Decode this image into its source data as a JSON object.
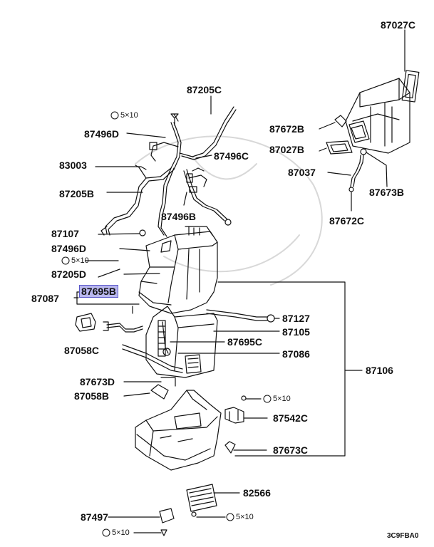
{
  "diagram": {
    "labels": {
      "p87027C": "87027C",
      "p87205C": "87205C",
      "bolt_top": "5×10",
      "p87496D_top": "87496D",
      "p87672B": "87672B",
      "p87496C": "87496C",
      "p87027B": "87027B",
      "p83003": "83003",
      "p87037": "87037",
      "p87205B": "87205B",
      "p87673B_top": "87673B",
      "p87496B": "87496B",
      "p87672C": "87672C",
      "p87107": "87107",
      "p87496D_mid": "87496D",
      "bolt_mid": "5×10",
      "p87205D": "87205D",
      "p87695B": "87695B",
      "p87087": "87087",
      "p87127": "87127",
      "p87105": "87105",
      "p87695C": "87695C",
      "p87058C": "87058C",
      "p87086": "87086",
      "p87106": "87106",
      "p87673D": "87673D",
      "p87058B": "87058B",
      "bolt_right": "5×10",
      "p87542C": "87542C",
      "p87673C": "87673C",
      "p82566": "82566",
      "p87497": "87497",
      "bolt_low_right": "5×10",
      "bolt_bottom": "5×10",
      "diagram_code": "3C9FBA0"
    }
  }
}
